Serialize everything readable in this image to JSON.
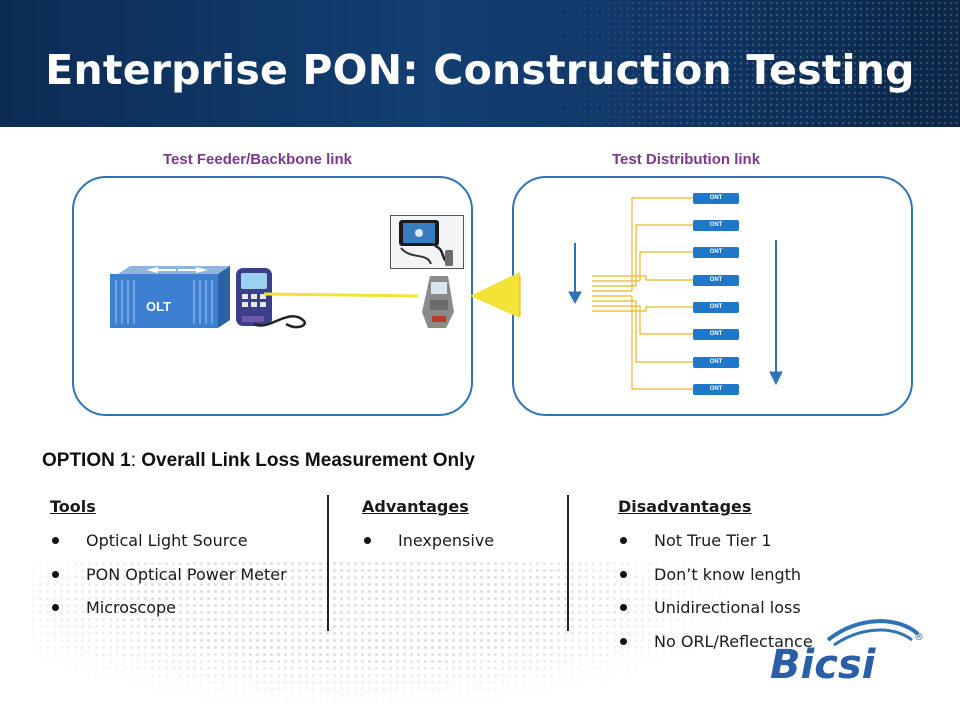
{
  "title": "Enterprise PON: Construction Testing",
  "sections": {
    "feeder_label": "Test Feeder/Backbone link",
    "distribution_label": "Test Distribution link"
  },
  "diagram": {
    "olt_label": "OLT",
    "ont_label": "ONT",
    "ont_items": [
      "ONT",
      "ONT",
      "ONT",
      "ONT",
      "ONT",
      "ONT",
      "ONT",
      "ONT"
    ]
  },
  "option": {
    "prefix": "OPTION 1",
    "colon": ": ",
    "title": "Overall Link Loss Measurement Only"
  },
  "tools": {
    "heading": "Tools",
    "items": [
      "Optical Light Source",
      "PON Optical Power Meter",
      "Microscope"
    ]
  },
  "advantages": {
    "heading": "Advantages",
    "items": [
      "Inexpensive"
    ]
  },
  "disadvantages": {
    "heading": "Disadvantages",
    "items": [
      "Not True Tier 1",
      "Don’t know length",
      "Unidirectional loss",
      "No ORL/Reflectance"
    ]
  },
  "logo": {
    "text": "Bicsi",
    "mark": "®"
  },
  "colors": {
    "header": "#133f72",
    "section_label": "#7a3a8c",
    "box_border": "#2f73b6",
    "fiber": "#f2c40f",
    "ont": "#1f77c9"
  }
}
